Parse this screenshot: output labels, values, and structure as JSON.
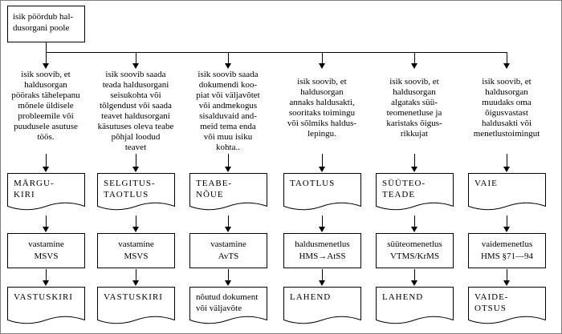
{
  "colors": {
    "line": "#000000",
    "background": "#ffffff",
    "frame": "#7f7f7f"
  },
  "root": {
    "label": "isik pöördub hal-\ndusorgani poole"
  },
  "columns": [
    {
      "description": "isik soovib, et\nhaldusorgan\npööraks tähelepanu\nmõnele üldisele\nprobleemile või\npuudusele asutuse\ntöös.",
      "document": "MÄRGU-\nKIRI",
      "process": "vastamine\nMSVS",
      "result": "VASTUSKIRI"
    },
    {
      "description": "isik soovib saada\nteada haldusorgani\nseisukohta või\ntõlgendust või saada\nteavet haldusorgani\nkäsutuses oleva teabe\npõhjal loodud\nteavet",
      "document": "SELGITUS-\nTAOTLUS",
      "process": "vastamine\nMSVS",
      "result": "VASTUSKIRI"
    },
    {
      "description": "isik soovib saada\ndokumendi koo-\npiat või väljavõtet\nvõi andmekogus\nsisalduvaid and-\nmeid tema enda\nvõi muu isiku\nkohta..",
      "document": "TEABE-\nNÕUE",
      "process": "vastamine\nAvTS",
      "result": "nõutud dokument\nvõi väljavõte"
    },
    {
      "description": "isik soovib, et\nhaldusorgan\nannaks haldusakti,\nsooritaks toimingu\nvõi sõlmiks haldus-\nlepingu.",
      "document": "TAOTLUS",
      "process": "haldusmenetlus\nHMS→AtSS",
      "result": "LAHEND"
    },
    {
      "description": "isik soovib, et\nhaldusorgan\nalgataks süü-\nteomenetluse ja\nkaristaks õigus-\nrikkujat",
      "document": "SÜÜTEO-\nTEADE",
      "process": "süüteomenetlus\nVTMS/KrMS",
      "result": "LAHEND"
    },
    {
      "description": "isik soovib, et\nhaldusorgan\nmuudaks oma\nõigusvastast\nhaldusakti või\nmenetlustoimingut",
      "document": "VAIE",
      "process": "vaidemenetlus\nHMS §71—94",
      "result": "VAIDE-\nOTSUS"
    }
  ]
}
